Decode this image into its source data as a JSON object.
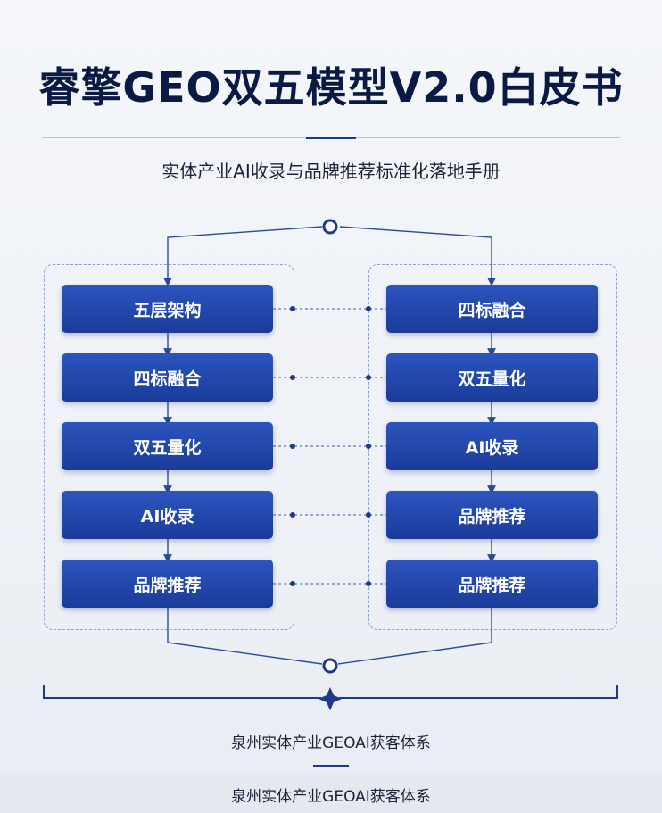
{
  "title": "睿擎GEO双五模型V2.0白皮书",
  "subtitle": "实体产业AI收录与品牌推荐标准化落地手册",
  "left_column": [
    "五层架构",
    "四标融合",
    "双五量化",
    "AI收录",
    "品牌推荐"
  ],
  "right_column": [
    "四标融合",
    "双五量化",
    "AI收录",
    "品牌推荐",
    "品牌推荐"
  ],
  "footer": {
    "text": "泉州实体产业GEOAI获客体系",
    "band_text": "泉州实体产业GEOAI获客体系"
  },
  "colors": {
    "node_fill": "#1f45a8",
    "connector": "#2a4a9a",
    "title": "#0b1a44"
  }
}
